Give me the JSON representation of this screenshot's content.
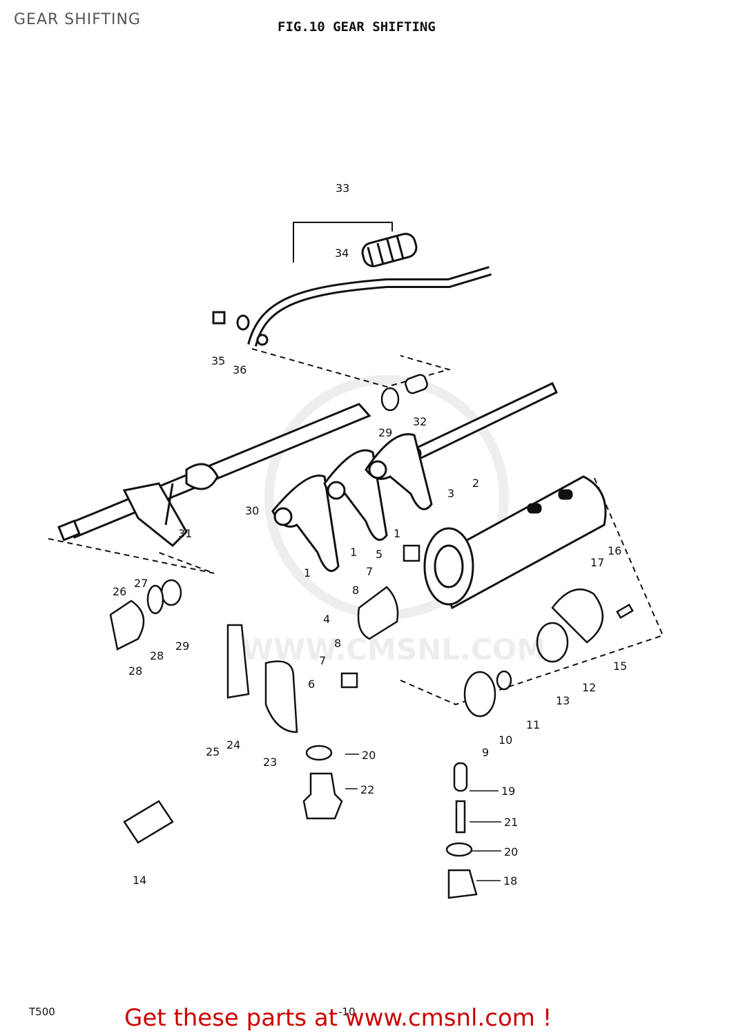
{
  "header": {
    "title": "GEAR SHIFTING"
  },
  "figure": {
    "title": "FIG.10  GEAR SHIFTING"
  },
  "watermark": {
    "text": "WWW.CMSNL.COM"
  },
  "callouts": [
    "1",
    "1",
    "1",
    "2",
    "3",
    "4",
    "5",
    "6",
    "7",
    "7",
    "8",
    "8",
    "9",
    "10",
    "11",
    "12",
    "13",
    "14",
    "15",
    "16",
    "17",
    "18",
    "19",
    "20",
    "20",
    "21",
    "22",
    "23",
    "24",
    "25",
    "26",
    "27",
    "28",
    "28",
    "29",
    "29",
    "30",
    "31",
    "32",
    "33",
    "34",
    "35",
    "36"
  ],
  "footer": {
    "model": "T500",
    "page": "-10",
    "promo": "Get these parts at www.cmsnl.com !"
  },
  "colors": {
    "ink": "#111111",
    "promo": "#cc0000",
    "watermark": "#dddddd"
  }
}
